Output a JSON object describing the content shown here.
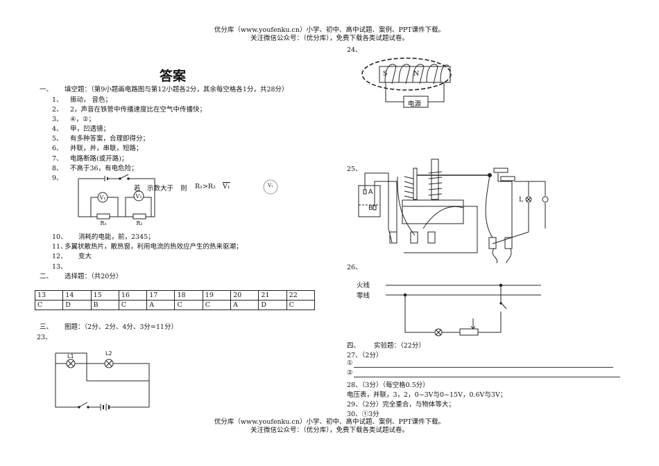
{
  "header": {
    "line1": "优分库（www.youfenku.cn）小学、初中、高中试题、案例、PPT课件下载。",
    "line2": "关注微信公众号：（优分库），免费下载各类试题试卷。"
  },
  "footer": {
    "line1": "优分库（www.youfenku.cn）小学、初中、高中试题、案例、PPT课件下载。",
    "line2": "关注微信公众号：（优分库），免费下载各类试题试卷。"
  },
  "title": "答案",
  "section1": {
    "num": "一、",
    "heading": "填空题：（第9小题画电路图与第12小题各2分，其余每空格各1分，共28分）",
    "items": [
      {
        "num": "1、",
        "text": "振动， 音色；"
      },
      {
        "num": "2、",
        "text": "2，声音在铁管中传播速度比在空气中传播快；"
      },
      {
        "num": "3、",
        "text": "④，②；"
      },
      {
        "num": "4、",
        "text": "甲，凹透镜；"
      },
      {
        "num": "5、",
        "text": "有多种答案，合理即得分；"
      },
      {
        "num": "6、",
        "text": "并联，并，串联，短路；"
      },
      {
        "num": "7、",
        "text": "电路断路(或开路)；"
      },
      {
        "num": "8、",
        "text": "不高于36，有电危险；"
      },
      {
        "num": "9、",
        "text": ""
      },
      {
        "num": "10、",
        "text": "消耗的电能，前，2345；"
      },
      {
        "num": "11、",
        "text": "多翼状散热片，散热窗，利用电流的热效应产生的热来驱潮；"
      },
      {
        "num": "12、",
        "text": "变大"
      },
      {
        "num": "13、",
        "text": ""
      }
    ],
    "q9": {
      "note_a": "若",
      "note_b": "示数大于",
      "note_c": "则",
      "relation": "R₁>R₂",
      "v1": "V₁",
      "v2": "V₂",
      "r1": "R₁",
      "r2": "R₂"
    }
  },
  "section2": {
    "num": "二、",
    "heading": "选择题：（共20分）",
    "numbers": [
      "13",
      "14",
      "15",
      "16",
      "17",
      "18",
      "19",
      "20",
      "21",
      "22"
    ],
    "answers": [
      "C",
      "D",
      "B",
      "C",
      "A",
      "C",
      "C",
      "A",
      "D",
      "C"
    ]
  },
  "section3": {
    "num": "三、",
    "heading": "图题：（2分、2分、4分、3分=11分）",
    "q23": "23、",
    "l1": "L1",
    "l2": "L2",
    "q24": "24、",
    "s": "S",
    "n": "N",
    "power": "电源",
    "q25": "25、",
    "a": "A",
    "b": "B",
    "lamp": "L",
    "q26": "26、",
    "live": "火线",
    "neutral": "零线"
  },
  "section4": {
    "num": "四、",
    "heading": "实验题：（22分）",
    "q27": "27、（2分）",
    "blank1": "①",
    "blank2": "②",
    "q28": "28、（3分）（每空格0.5分）",
    "q28_ans": "电压表，并联，3，2，0~3V与0~15V，0.6V与3V；",
    "q29": "29、（2分）完全重合，与物体等大；",
    "q30": "30、①3分"
  }
}
